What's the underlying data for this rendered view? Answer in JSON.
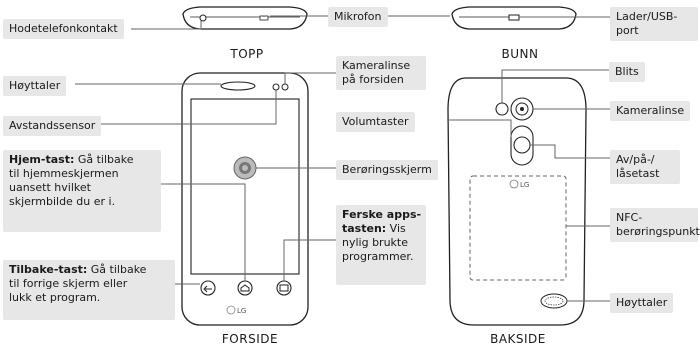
{
  "captions": {
    "top": "TOPP",
    "bottom": "BUNN",
    "front": "FORSIDE",
    "back": "BAKSIDE"
  },
  "labels": {
    "headphone_jack": "Hodetelefonkontakt",
    "microphone": "Mikrofon",
    "charger_port_line1": "Lader/USB-",
    "charger_port_line2": "port",
    "speaker_top": "Høyttaler",
    "front_camera_line1": "Kameralinse",
    "front_camera_line2": "på forsiden",
    "proximity_sensor": "Avstandssensor",
    "home_key_title": "Hjem-tast:",
    "home_key_desc_1": " Gå tilbake",
    "home_key_desc_2": "til hjemmeskjermen",
    "home_key_desc_3": "uansett hvilket",
    "home_key_desc_4": "skjermbilde du er i.",
    "touch_screen": "Berøringsskjerm",
    "recent_apps_title_1": "Ferske apps-",
    "recent_apps_title_2": "tasten:",
    "recent_apps_desc_2": " Vis",
    "recent_apps_desc_3": "nylig brukte",
    "recent_apps_desc_4": "programmer.",
    "back_key_title": "Tilbake-tast:",
    "back_key_desc_1": " Gå tilbake",
    "back_key_desc_2": "til forrige skjerm eller",
    "back_key_desc_3": "lukk et program.",
    "volume_keys": "Volumtaster",
    "flash": "Blits",
    "camera_lens": "Kameralinse",
    "power_key_line1": "Av/på-/",
    "power_key_line2": "låsetast",
    "nfc_line1": "NFC-",
    "nfc_line2": "berøringspunkt",
    "speaker_back": "Høyttaler"
  },
  "logo_text": "LG"
}
